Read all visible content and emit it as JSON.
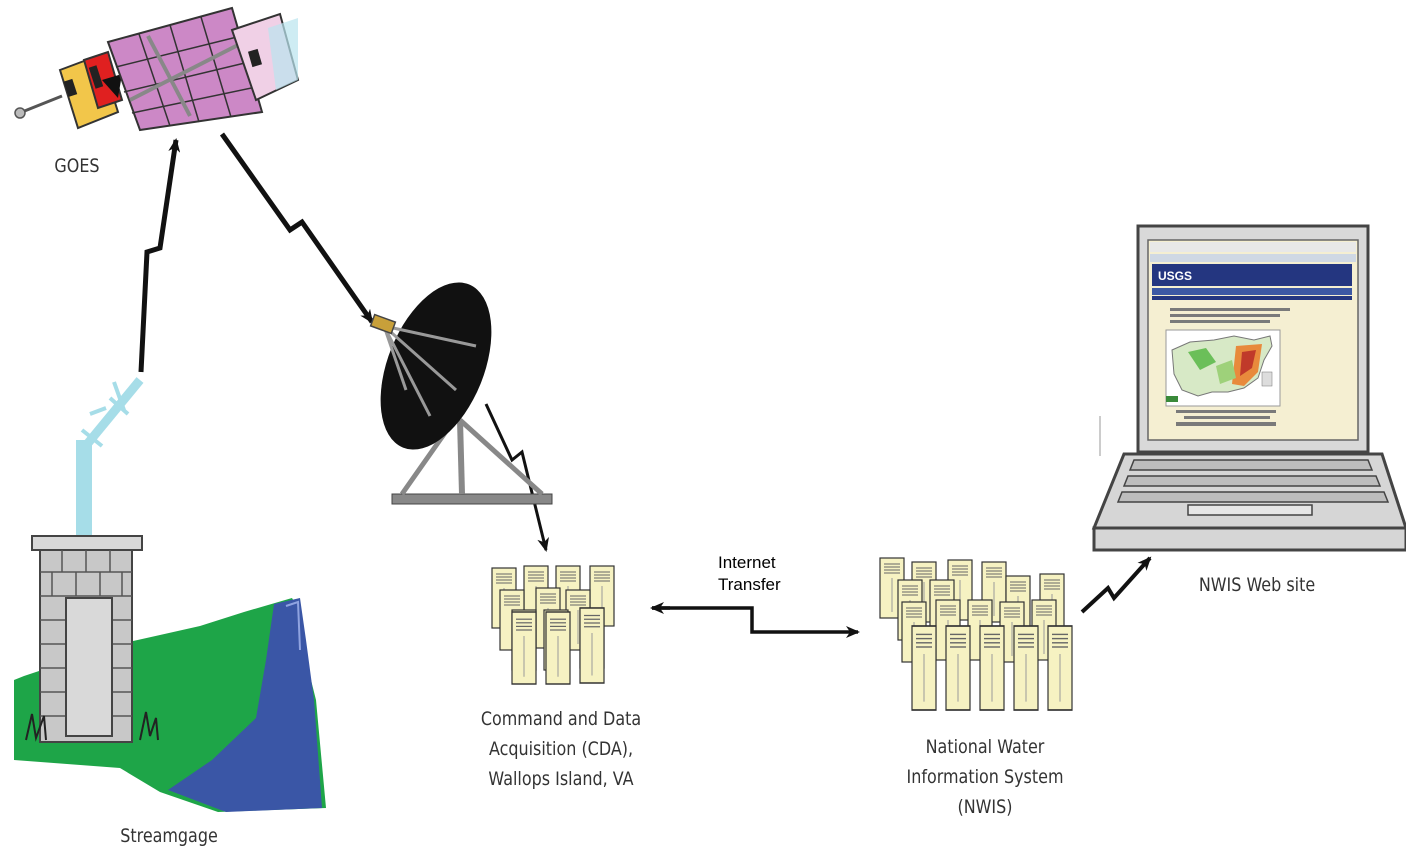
{
  "labels": {
    "goes": "GOES",
    "streamgage": "Streamgage",
    "cda": [
      "Command and Data",
      "Acquisition (CDA),",
      "Wallops Island, VA"
    ],
    "transfer": [
      "Internet",
      "Transfer"
    ],
    "nwis": [
      "National Water",
      "Information System",
      "(NWIS)"
    ],
    "website": "NWIS Web site",
    "screen_logo": "USGS"
  },
  "colors": {
    "panel": "#cc88c6",
    "panel_light": "#f0d0e6",
    "dish": "#111111",
    "server": "#f6f2c2",
    "grass": "#1ea548",
    "river": "#3a56a6",
    "antenna": "#a6dde8",
    "laptop": "#d6d6d6"
  },
  "icons": [
    "satellite-icon",
    "antenna-icon",
    "gage-house-icon",
    "dish-icon",
    "server-cluster-icon",
    "laptop-icon",
    "webpage-screenshot"
  ]
}
